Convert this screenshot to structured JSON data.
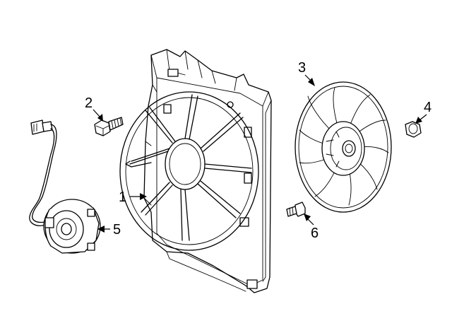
{
  "callouts": {
    "c1": "1",
    "c2": "2",
    "c3": "3",
    "c4": "4",
    "c5": "5",
    "c6": "6"
  },
  "parts": [
    {
      "id": "fan-shroud",
      "callout": "1"
    },
    {
      "id": "shroud-bolt",
      "callout": "2"
    },
    {
      "id": "fan-blade",
      "callout": "3"
    },
    {
      "id": "fan-nut",
      "callout": "4"
    },
    {
      "id": "fan-motor",
      "callout": "5"
    },
    {
      "id": "motor-screw",
      "callout": "6"
    }
  ],
  "colors": {
    "line": "#000000",
    "background": "#ffffff"
  }
}
